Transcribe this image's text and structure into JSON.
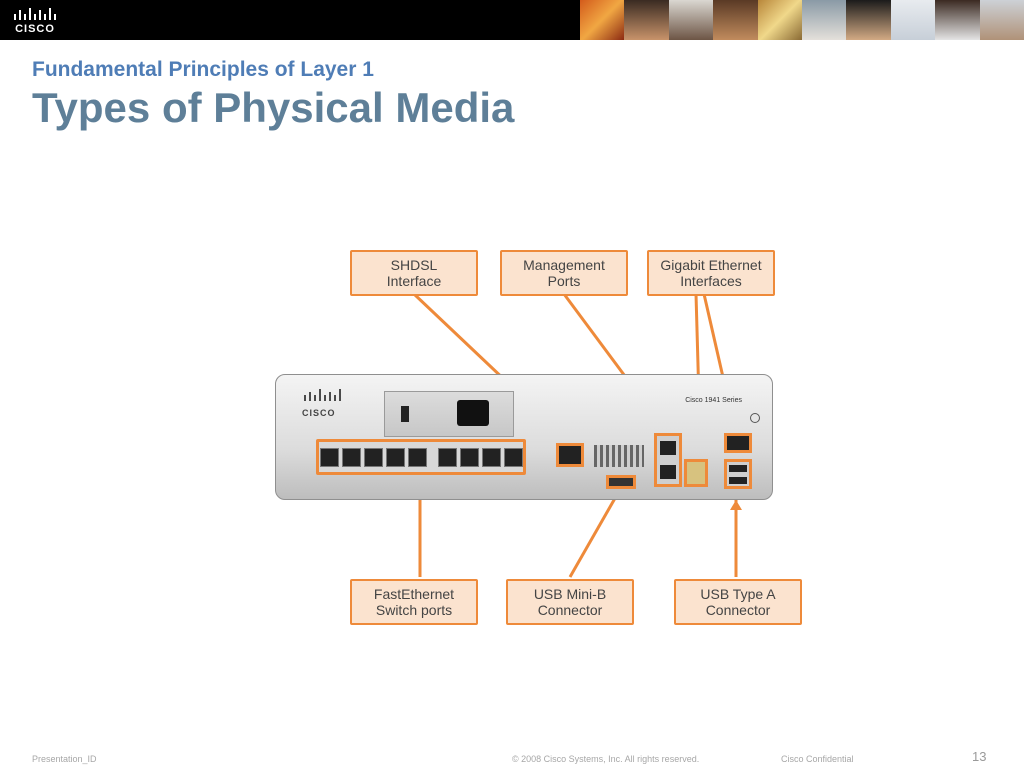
{
  "header": {
    "logo_text": "CISCO",
    "photos": [
      "#a84b22",
      "#c78b4f",
      "#6f4a33",
      "#d5b08a",
      "#7b5c3f",
      "#b08a60",
      "#d8c9b4",
      "#e6d6c9",
      "#c9b4a1",
      "#8b6b52"
    ]
  },
  "slide": {
    "subtitle": "Fundamental Principles of Layer 1",
    "title": "Types of Physical Media"
  },
  "diagram": {
    "accent_color": "#ee8a3a",
    "callouts": {
      "shdsl": "SHDSL\nInterface",
      "management": "Management\nPorts",
      "gigabit": "Gigabit Ethernet\nInterfaces",
      "fastethernet": "FastEthernet\nSwitch ports",
      "usb_mini": "USB Mini-B\nConnector",
      "usb_a": "USB Type A\nConnector"
    },
    "router": {
      "brand": "CISCO",
      "model": "Cisco 1941 Series"
    }
  },
  "footer": {
    "presentation_id": "Presentation_ID",
    "copyright": "© 2008 Cisco Systems, Inc. All rights reserved.",
    "confidential": "Cisco Confidential",
    "page_number": "13"
  }
}
